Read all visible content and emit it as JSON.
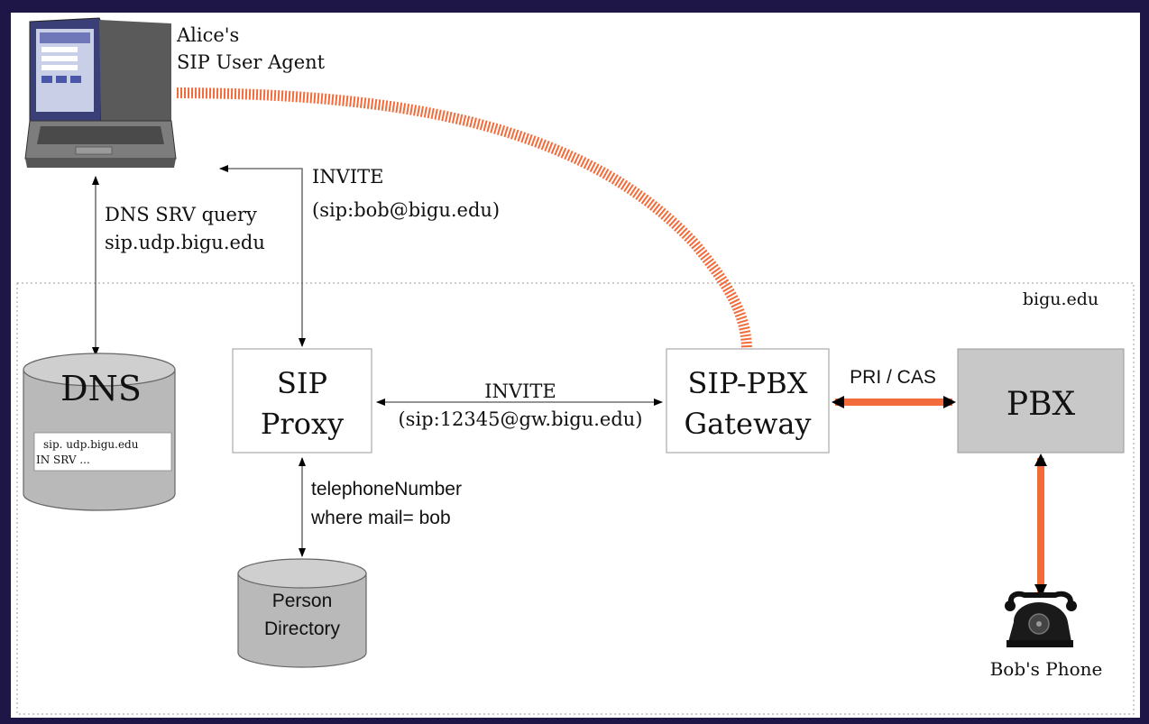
{
  "alice": {
    "line1": "Alice's",
    "line2": "SIP User Agent"
  },
  "dns_query": {
    "line1": "DNS SRV query",
    "line2": "sip.udp.bigu.edu"
  },
  "invite_top": {
    "line1": "INVITE",
    "line2": "(sip:bob@bigu.edu)"
  },
  "domain_label": "bigu.edu",
  "dns": {
    "title": "DNS",
    "record_line1": "sip. udp.bigu.edu",
    "record_line2": "IN SRV ..."
  },
  "proxy": {
    "line1": "SIP",
    "line2": "Proxy"
  },
  "invite_mid": {
    "line1": "INVITE",
    "line2": "(sip:12345@gw.bigu.edu)"
  },
  "gateway": {
    "line1": "SIP-PBX",
    "line2": "Gateway"
  },
  "pri_label": "PRI / CAS",
  "pbx": {
    "title": "PBX"
  },
  "lookup": {
    "line1": "telephoneNumber",
    "line2": "where mail=  bob"
  },
  "directory": {
    "line1": "Person",
    "line2": "Directory"
  },
  "phone": {
    "label": "Bob's Phone"
  },
  "colors": {
    "background": "#1d1647",
    "rtp": "#f26b3a",
    "pbx_fill": "#c8c8c8",
    "cylinder": "#b9b9b9"
  }
}
